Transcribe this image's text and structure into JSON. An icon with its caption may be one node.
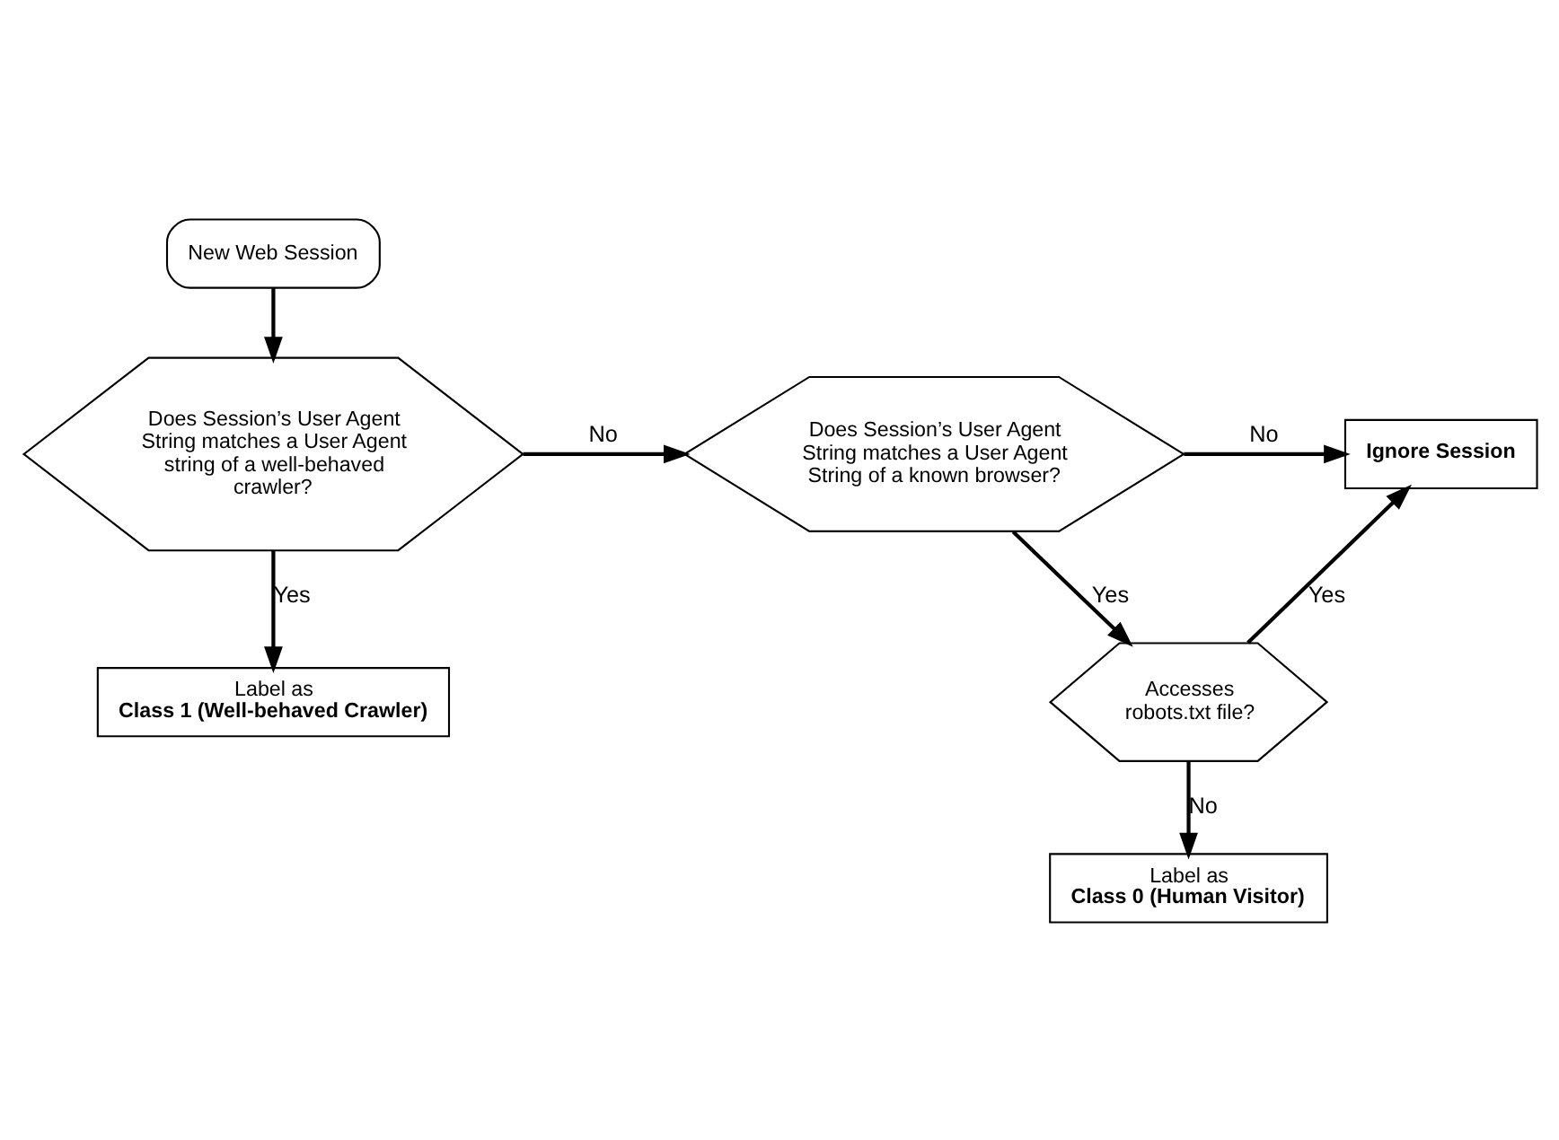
{
  "diagram": {
    "nodes": [
      {
        "text": [
          "New Web Session"
        ]
      },
      {
        "text": [
          "Does Session’s User Agent String matches a User Agent string of a well-behaved crawler?"
        ]
      },
      {
        "text": [
          "Does Session’s User Agent String matches a User Agent String of a known browser?"
        ]
      },
      {
        "text": [
          "Ignore Session"
        ]
      },
      {
        "text": [
          "Label as",
          "Class 1 (Well-behaved Crawler)"
        ]
      },
      {
        "text": [
          "Accesses robots.txt file?"
        ]
      },
      {
        "text": [
          "Label as",
          "Class 0 (Human Visitor)"
        ]
      }
    ],
    "edges": [
      {
        "from": 0,
        "to": 1,
        "arrow": "to"
      },
      {
        "from": 1,
        "to": 2,
        "arrow": "to",
        "label": "No"
      },
      {
        "from": 1,
        "to": 4,
        "arrow": "to",
        "label": "Yes"
      },
      {
        "from": 2,
        "to": 3,
        "arrow": "to",
        "label": "No"
      },
      {
        "from": 2,
        "to": 5,
        "arrow": "to",
        "label": "Yes"
      },
      {
        "from": 5,
        "to": 3,
        "arrow": "to",
        "label": "Yes"
      },
      {
        "from": 5,
        "to": 6,
        "arrow": "to",
        "label": "No"
      }
    ]
  }
}
